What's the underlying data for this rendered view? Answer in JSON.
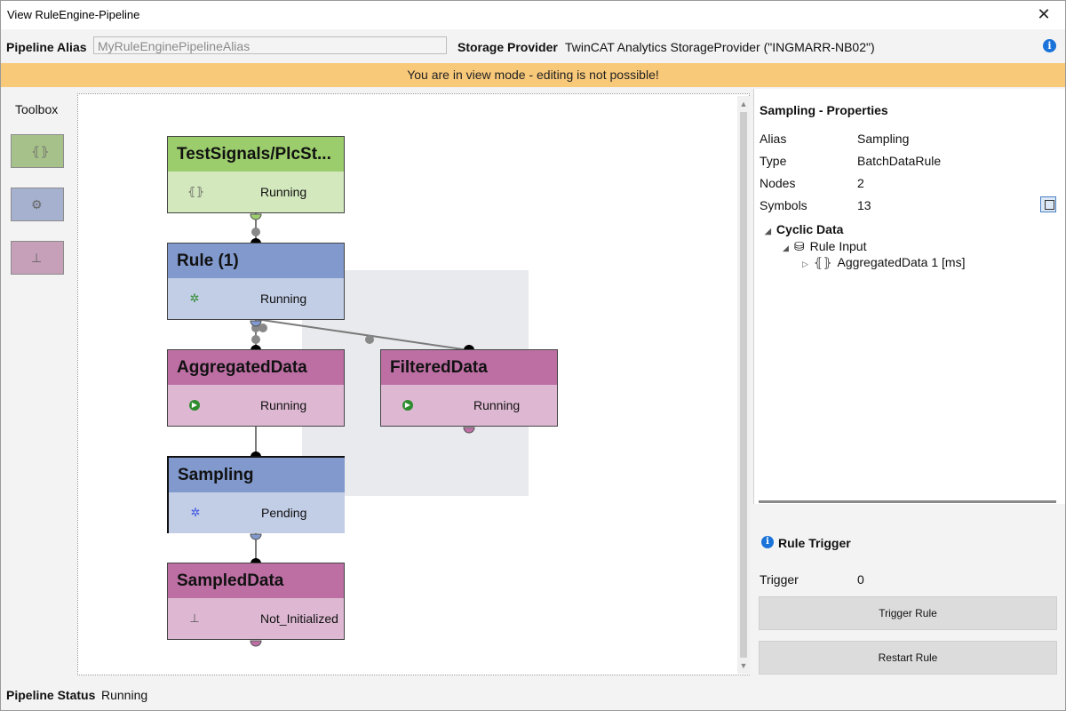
{
  "window": {
    "title": "View RuleEngine-Pipeline",
    "close_glyph": "✕"
  },
  "alias_row": {
    "alias_label": "Pipeline Alias",
    "alias_placeholder": "MyRuleEnginePipelineAlias",
    "storage_label": "Storage Provider",
    "storage_value": "TwinCAT Analytics StorageProvider (\"INGMARR-NB02\")",
    "info_glyph": "i"
  },
  "banner": {
    "text": "You are in view mode - editing is not possible!"
  },
  "toolbox": {
    "title": "Toolbox",
    "items": [
      {
        "icon": "data-source-icon",
        "glyph": "⦃⦄",
        "color": "#a7c18a"
      },
      {
        "icon": "rule-icon",
        "glyph": "⚙",
        "color": "#a5b1cf"
      },
      {
        "icon": "sink-icon",
        "glyph": "⊥",
        "color": "#c6a0b8"
      }
    ]
  },
  "nodes": [
    {
      "title": "TestSignals/PlcSt...",
      "status": "Running",
      "color": "green",
      "icon": "data-source-icon",
      "glyph": "⦃⦄"
    },
    {
      "title": "Rule (1)",
      "status": "Running",
      "color": "blue",
      "icon": "rule-gear-icon",
      "glyph": "✲"
    },
    {
      "title": "AggregatedData",
      "status": "Running",
      "color": "pink",
      "icon": "play-icon",
      "glyph": "▶"
    },
    {
      "title": "FilteredData",
      "status": "Running",
      "color": "pink",
      "icon": "play-icon",
      "glyph": "▶"
    },
    {
      "title": "Sampling",
      "status": "Pending",
      "color": "blue",
      "icon": "rule-gear-icon",
      "glyph": "✲"
    },
    {
      "title": "SampledData",
      "status": "Not_Initialized",
      "color": "pink",
      "icon": "sink-icon",
      "glyph": "⊥"
    }
  ],
  "properties": {
    "title": "Sampling - Properties",
    "rows": [
      {
        "label": "Alias",
        "value": "Sampling"
      },
      {
        "label": "Type",
        "value": "BatchDataRule"
      },
      {
        "label": "Nodes",
        "value": "2"
      },
      {
        "label": "Symbols",
        "value": "13"
      }
    ],
    "tree": {
      "root": "Cyclic Data",
      "child": "Rule Input",
      "leaf": "AggregatedData 1 [ms]"
    }
  },
  "rule_trigger": {
    "title": "Rule Trigger",
    "trigger_label": "Trigger",
    "trigger_value": "0",
    "trigger_button": "Trigger Rule",
    "restart_button": "Restart Rule"
  },
  "status": {
    "label": "Pipeline Status",
    "value": "Running"
  },
  "colors": {
    "banner": "#f9c97a",
    "accent": "#1a73d9",
    "green_head": "#9ccd6d",
    "blue_head": "#8199cd",
    "pink_head": "#bd6fa4"
  }
}
